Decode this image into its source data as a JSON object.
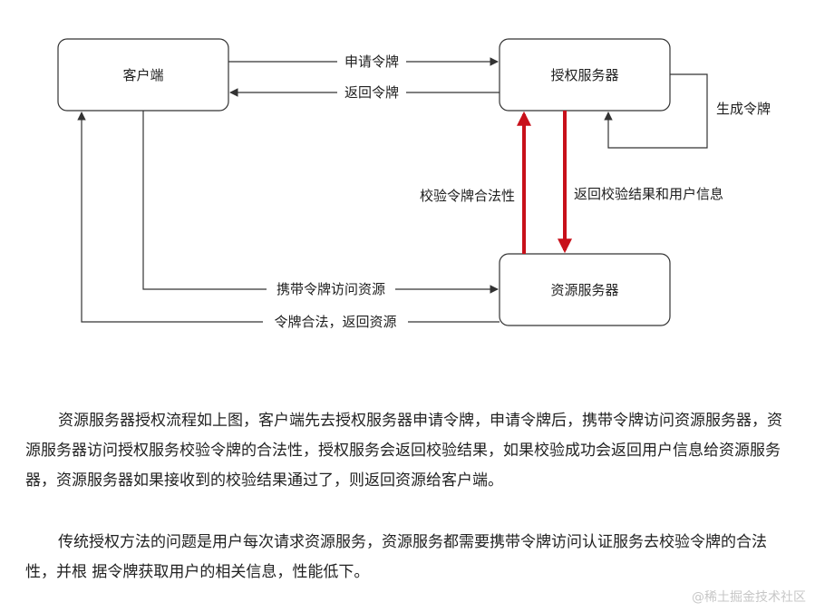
{
  "diagram": {
    "nodes": {
      "client": "客户端",
      "auth_server": "授权服务器",
      "resource_server": "资源服务器"
    },
    "edges": {
      "request_token": "申请令牌",
      "return_token": "返回令牌",
      "generate_token": "生成令牌",
      "validate_token": "校验令牌合法性",
      "return_result": "返回校验结果和用户信息",
      "carry_token": "携带令牌访问资源",
      "token_valid_return": "令牌合法，返回资源"
    },
    "colors": {
      "highlight_arrow": "#c8101a",
      "line": "#333333",
      "box_border": "#333333"
    }
  },
  "text": {
    "paragraph1": "资源服务器授权流程如上图，客户端先去授权服务器申请令牌，申请令牌后，携带令牌访问资源服务器，资源服务器访问授权服务校验令牌的合法性，授权服务会返回校验结果，如果校验成功会返回用户信息给资源服务器，资源服务器如果接收到的校验结果通过了，则返回资源给客户端。",
    "paragraph2": "传统授权方法的问题是用户每次请求资源服务，资源服务都需要携带令牌访问认证服务去校验令牌的合法性，并根 据令牌获取用户的相关信息，性能低下。"
  },
  "watermark": "@稀土掘金技术社区"
}
